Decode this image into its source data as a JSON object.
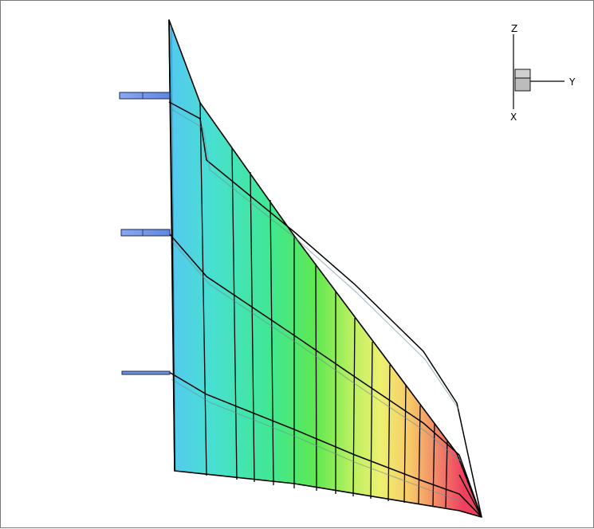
{
  "axes_triad": {
    "z_label": "Z",
    "y_label": "Y",
    "x_label": "X"
  },
  "wing": {
    "colormap": [
      "#55c8f2",
      "#48e0d0",
      "#40e890",
      "#60e850",
      "#b8f060",
      "#eef070",
      "#f8c868",
      "#f08068",
      "#f04060"
    ]
  },
  "stores": [
    {
      "name": "upper-pylon",
      "color": "#6f93e6"
    },
    {
      "name": "middle-pylon",
      "color": "#6f93e6"
    },
    {
      "name": "lower-pylon",
      "color": "#6f93e6"
    }
  ]
}
